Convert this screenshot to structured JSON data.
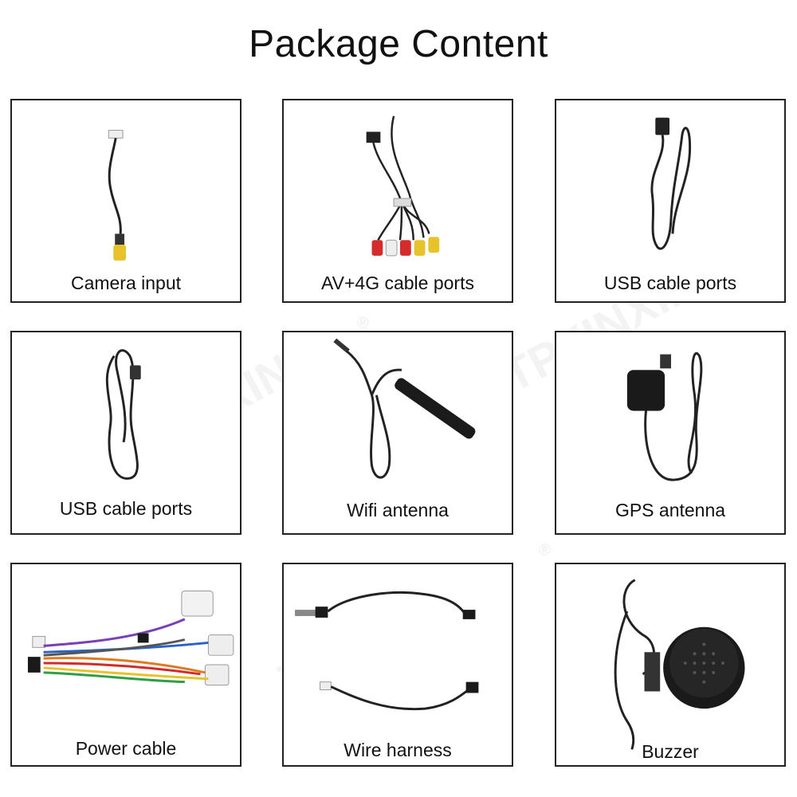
{
  "title": "Package Content",
  "watermark": "TPXINXIN",
  "registered": "®",
  "items": [
    {
      "label": "Camera input"
    },
    {
      "label": "AV+4G cable ports"
    },
    {
      "label": "USB cable ports"
    },
    {
      "label": "USB cable ports"
    },
    {
      "label": "Wifi antenna"
    },
    {
      "label": "GPS antenna"
    },
    {
      "label": "Power cable"
    },
    {
      "label": "Wire harness"
    },
    {
      "label": "Buzzer"
    }
  ]
}
